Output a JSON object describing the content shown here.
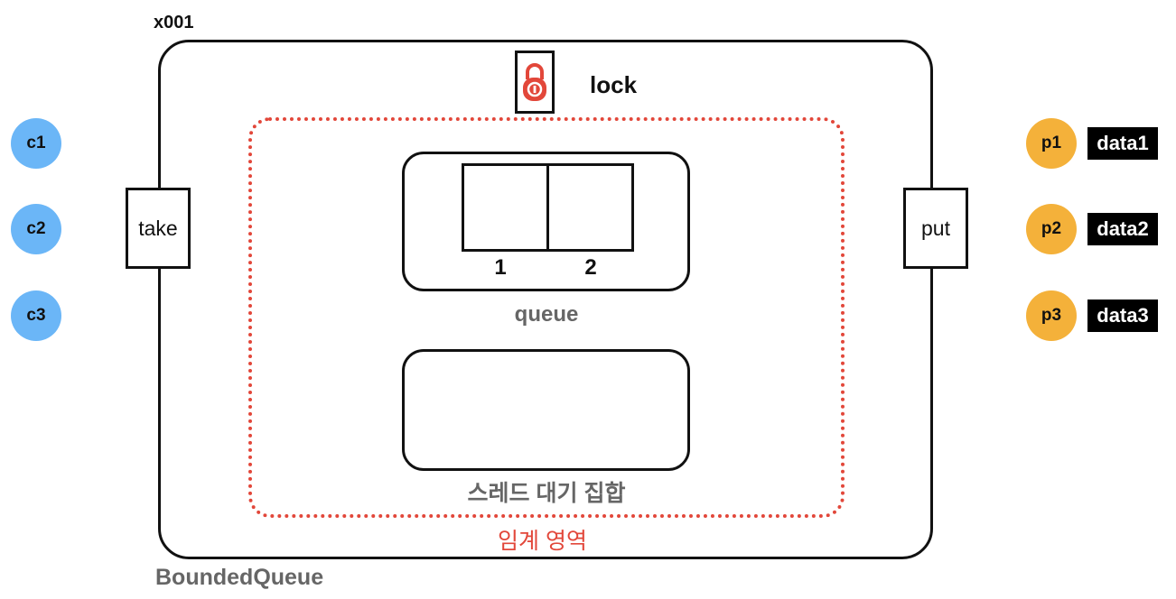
{
  "instance_id": "x001",
  "class_name": "BoundedQueue",
  "lock": {
    "label": "lock",
    "icon": "padlock-icon",
    "color": "#e2473a"
  },
  "critical_section": {
    "label": "임계 영역",
    "color": "#e2473a"
  },
  "queue": {
    "label": "queue",
    "slots": [
      "1",
      "2"
    ]
  },
  "wait_set": {
    "label": "스레드 대기 집합"
  },
  "methods": {
    "take": "take",
    "put": "put"
  },
  "consumers": [
    {
      "name": "c1",
      "color": "#6bb6f7"
    },
    {
      "name": "c2",
      "color": "#6bb6f7"
    },
    {
      "name": "c3",
      "color": "#6bb6f7"
    }
  ],
  "producers": [
    {
      "name": "p1",
      "data": "data1",
      "color": "#f4b13a"
    },
    {
      "name": "p2",
      "data": "data2",
      "color": "#f4b13a"
    },
    {
      "name": "p3",
      "data": "data3",
      "color": "#f4b13a"
    }
  ]
}
